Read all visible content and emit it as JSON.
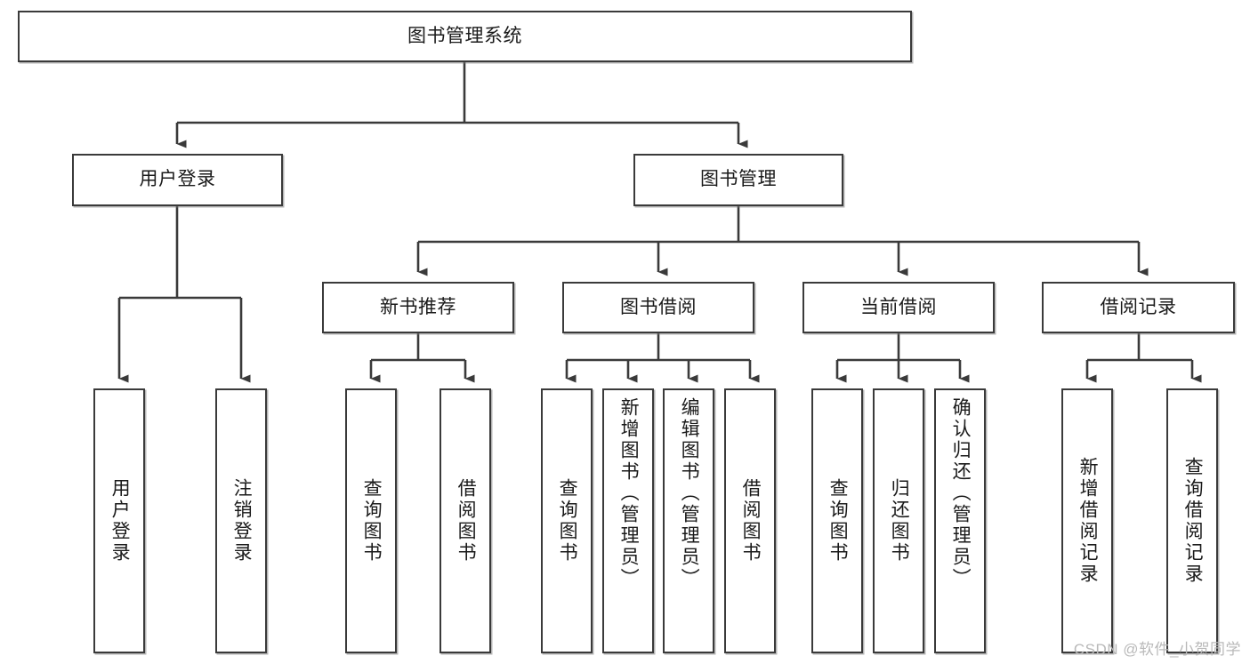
{
  "diagram": {
    "type": "tree",
    "title": "图书管理系统",
    "watermark": "CSDN @软件_小贺同学",
    "colors": {
      "border": "#3a3a3a",
      "background": "#ffffff",
      "text": "#1a1a1a",
      "watermark": "#b9b9b9"
    },
    "nodes": {
      "root": {
        "label": "图书管理系统"
      },
      "level2": [
        {
          "label": "用户登录"
        },
        {
          "label": "图书管理"
        }
      ],
      "level3": [
        {
          "label": "新书推荐"
        },
        {
          "label": "图书借阅"
        },
        {
          "label": "当前借阅"
        },
        {
          "label": "借阅记录"
        }
      ],
      "leaves": {
        "user_login": [
          {
            "label": "用户登录"
          },
          {
            "label": "注销登录"
          }
        ],
        "new_book": [
          {
            "label": "查询图书"
          },
          {
            "label": "借阅图书"
          }
        ],
        "book_borrow": [
          {
            "label": "查询图书"
          },
          {
            "label": "新增图书（管理员）"
          },
          {
            "label": "编辑图书（管理员）"
          },
          {
            "label": "借阅图书"
          }
        ],
        "current_borrow": [
          {
            "label": "查询图书"
          },
          {
            "label": "归还图书"
          },
          {
            "label": "确认归还（管理员）"
          }
        ],
        "borrow_record": [
          {
            "label": "新增借阅记录"
          },
          {
            "label": "查询借阅记录"
          }
        ]
      }
    }
  }
}
